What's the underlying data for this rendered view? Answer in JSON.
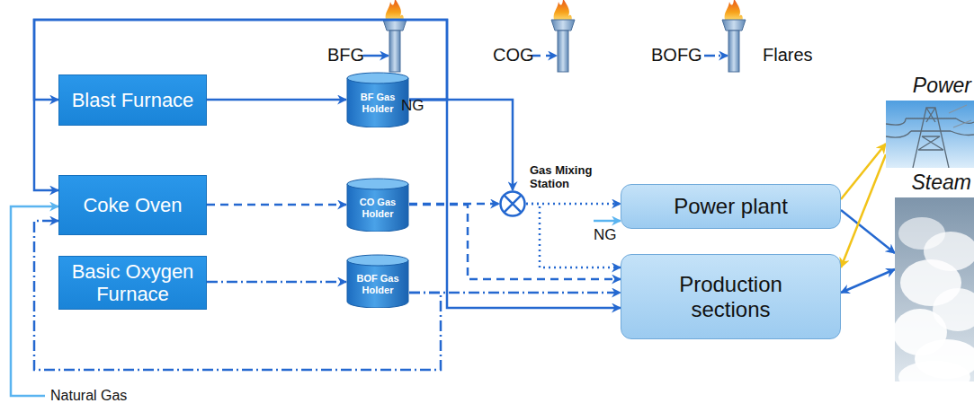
{
  "diagram": {
    "nodes": [
      {
        "text": [
          "Blast Furnace"
        ]
      },
      {
        "text": [
          "BF Gas Holder"
        ]
      },
      {
        "text": [
          "Coke Oven"
        ]
      },
      {
        "text": [
          "CO Gas Holder"
        ]
      },
      {
        "text": [
          "Basic Oxygen Furnace"
        ]
      },
      {
        "text": [
          "BOF Gas Holder"
        ]
      },
      {
        "text": [
          "Gas Mixing Station"
        ]
      },
      {
        "text": [
          "Power plant"
        ]
      },
      {
        "text": [
          "Production sections"
        ]
      },
      {
        "text": [
          "Power"
        ]
      },
      {
        "text": [
          "Steam"
        ]
      }
    ],
    "edges": [
      {
        "from": 0,
        "to": 1,
        "arrow": "to"
      },
      {
        "from": 2,
        "to": 3,
        "arrow": "to"
      },
      {
        "from": 4,
        "to": 5,
        "arrow": "to"
      },
      {
        "from": 1,
        "to": 6,
        "arrow": "to"
      },
      {
        "from": 3,
        "to": 6,
        "arrow": "to"
      },
      {
        "from": 6,
        "to": 7,
        "arrow": "to"
      },
      {
        "from": 6,
        "to": 8,
        "arrow": "to"
      },
      {
        "from": 3,
        "to": 8,
        "arrow": "to"
      },
      {
        "from": 5,
        "to": 8,
        "arrow": "to"
      },
      {
        "from": 5,
        "to": 2,
        "arrow": "to"
      },
      {
        "from": 1,
        "to": 0,
        "arrow": "to"
      },
      {
        "from": 1,
        "to": 2,
        "arrow": "to"
      },
      {
        "from": 1,
        "to": 8,
        "arrow": "to"
      },
      {
        "from": 7,
        "to": 9,
        "arrow": "to"
      },
      {
        "from": 7,
        "to": 10,
        "arrow": "to"
      },
      {
        "from": 9,
        "to": 8,
        "arrow": "to"
      },
      {
        "from": 10,
        "to": 8,
        "arrow": "both"
      }
    ],
    "labels": [
      "BFG",
      "COG",
      "BOFG",
      "Flares",
      "NG",
      "NG",
      "Natural Gas"
    ]
  }
}
